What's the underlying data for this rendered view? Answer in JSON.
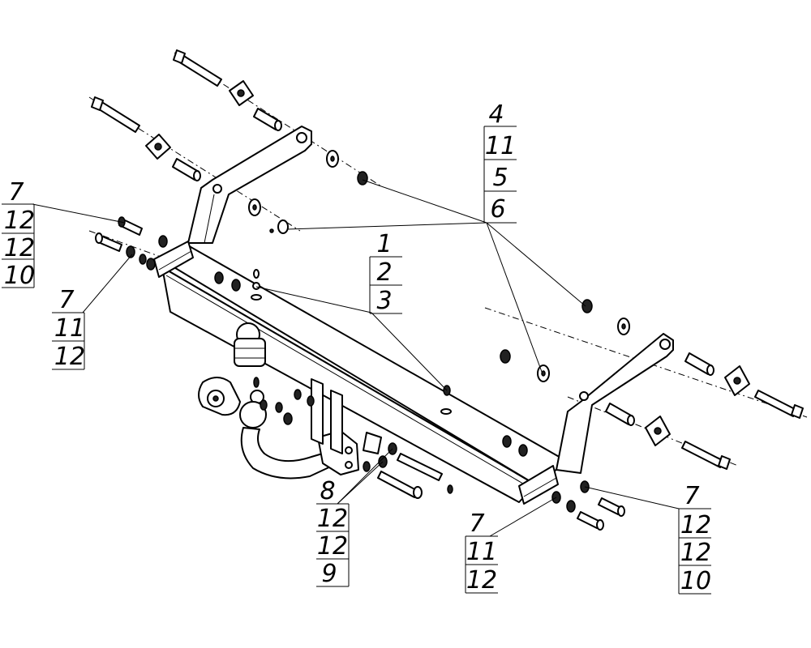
{
  "callouts": {
    "top_right": [
      "4",
      "11",
      "5",
      "6"
    ],
    "left_upper": [
      "7",
      "12",
      "12",
      "10"
    ],
    "left_lower": [
      "7",
      "11",
      "12"
    ],
    "center": [
      "1",
      "2",
      "3"
    ],
    "bottom_center": [
      "8",
      "12",
      "12",
      "9"
    ],
    "bottom_mid": [
      "7",
      "11",
      "12"
    ],
    "bottom_right": [
      "7",
      "12",
      "12",
      "10"
    ]
  }
}
